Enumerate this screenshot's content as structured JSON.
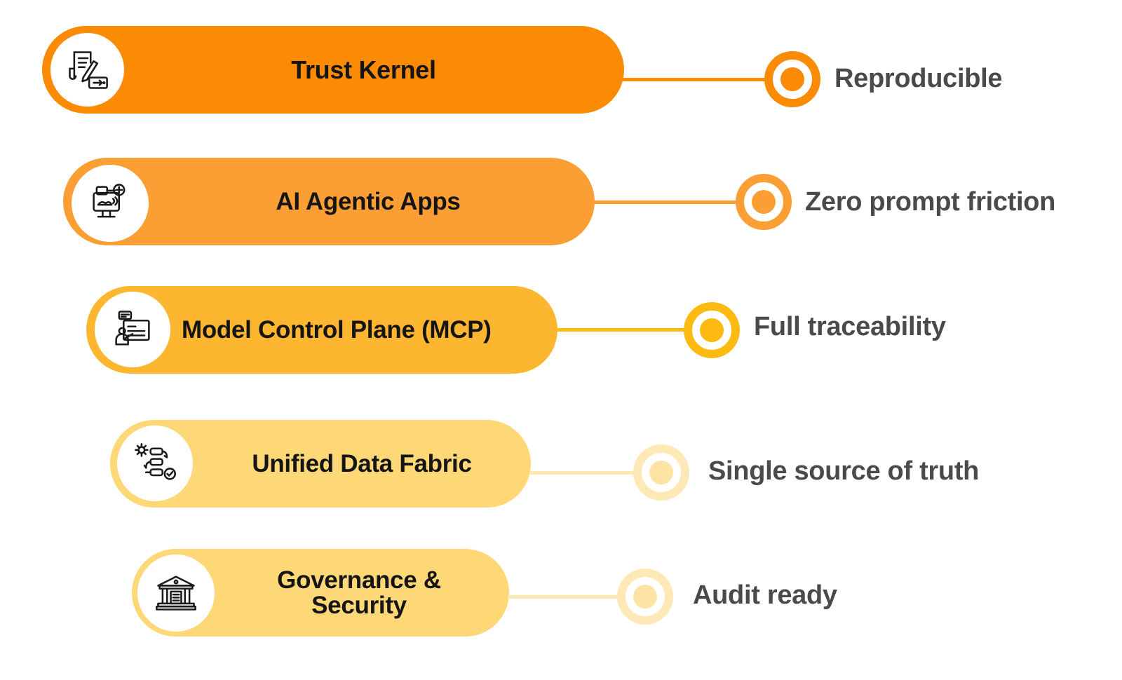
{
  "diagram": {
    "layers": [
      {
        "label": "Trust Kernel",
        "benefit": "Reproducible",
        "icon": "document-edit-icon",
        "pill_color": "#fb8a05",
        "node_ring_color": "#fb8a05",
        "node_dot_color": "#fb8a05",
        "connector_color": "#fb8a05"
      },
      {
        "label": "AI Agentic Apps",
        "benefit": "Zero prompt friction",
        "icon": "computer-agent-icon",
        "pill_color": "#fb9f35",
        "node_ring_color": "#fb9f35",
        "node_dot_color": "#fb9f35",
        "connector_color": "#fb9f35"
      },
      {
        "label": "Model Control Plane (MCP)",
        "benefit": "Full traceability",
        "icon": "presentation-screen-icon",
        "pill_color": "#fdb630",
        "node_ring_color": "#fdbb12",
        "node_dot_color": "#fdbb12",
        "connector_color": "#fdbb12"
      },
      {
        "label": "Unified Data Fabric",
        "benefit": "Single source of truth",
        "icon": "data-workflow-icon",
        "pill_color": "#fed777",
        "node_ring_color": "#fee9b6",
        "node_dot_color": "#fee4a4",
        "connector_color": "#fee9b6"
      },
      {
        "label": "Governance & Security",
        "benefit": "Audit ready",
        "icon": "bank-building-icon",
        "pill_color": "#fed777",
        "node_ring_color": "#fee9b6",
        "node_dot_color": "#fee4a4",
        "connector_color": "#fee9b6"
      }
    ]
  }
}
